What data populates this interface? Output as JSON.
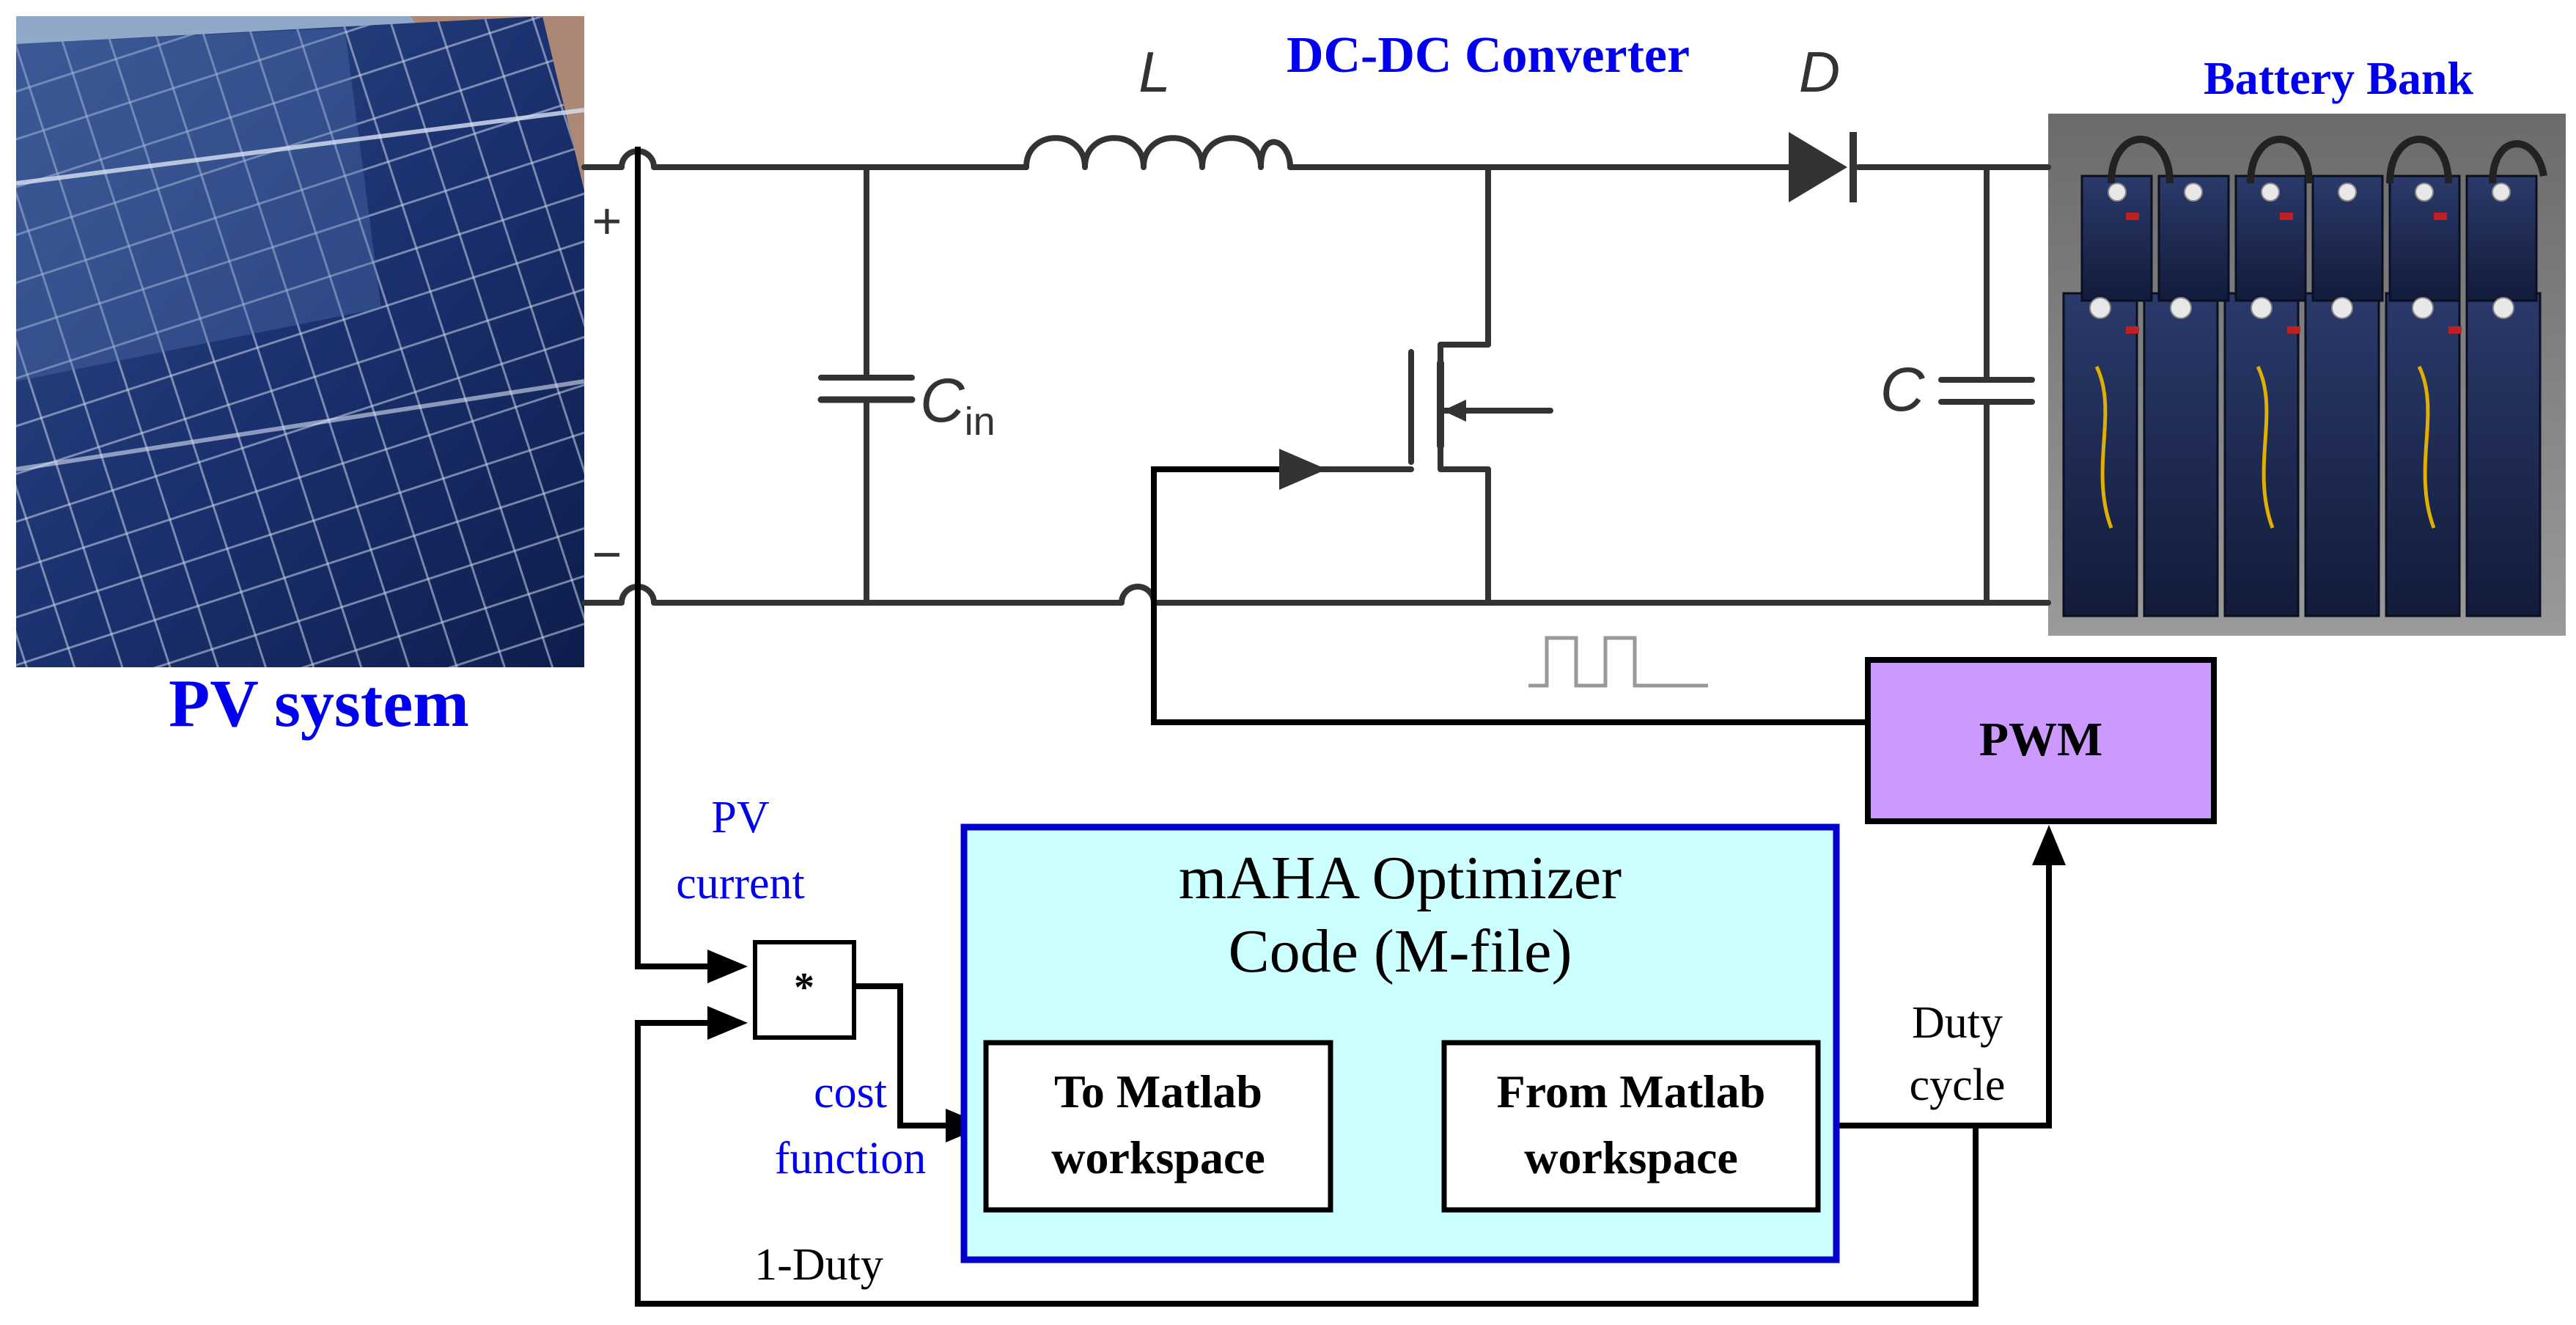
{
  "labels": {
    "pv_system": "PV system",
    "dc_dc_converter": "DC-DC Converter",
    "battery_bank": "Battery Bank",
    "inductor": "L",
    "diode": "D",
    "cin_main": "C",
    "cin_sub": "in",
    "output_cap": "C",
    "plus": "+",
    "minus": "−",
    "pv_current_line1": "PV",
    "pv_current_line2": "current",
    "cost_line1": "cost",
    "cost_line2": "function",
    "one_minus_duty": "1-Duty",
    "duty_line1": "Duty",
    "duty_line2": "cycle",
    "multiply": "*",
    "pwm": "PWM",
    "optimizer_line1": "mAHA Optimizer",
    "optimizer_line2": "Code (M-file)",
    "to_workspace_line1": "To Matlab",
    "to_workspace_line2": "workspace",
    "from_workspace_line1": "From Matlab",
    "from_workspace_line2": "workspace"
  },
  "colors": {
    "label_blue": "#0000ee",
    "optimizer_fill": "#ccffff",
    "optimizer_border": "#0000cc",
    "pwm_fill": "#cc99ff",
    "wire": "#000000",
    "circuit_wire": "#333333",
    "pulse": "#999999"
  },
  "icons": {
    "pv_photo": "solar-panel-photo",
    "battery_photo": "battery-bank-photo"
  }
}
